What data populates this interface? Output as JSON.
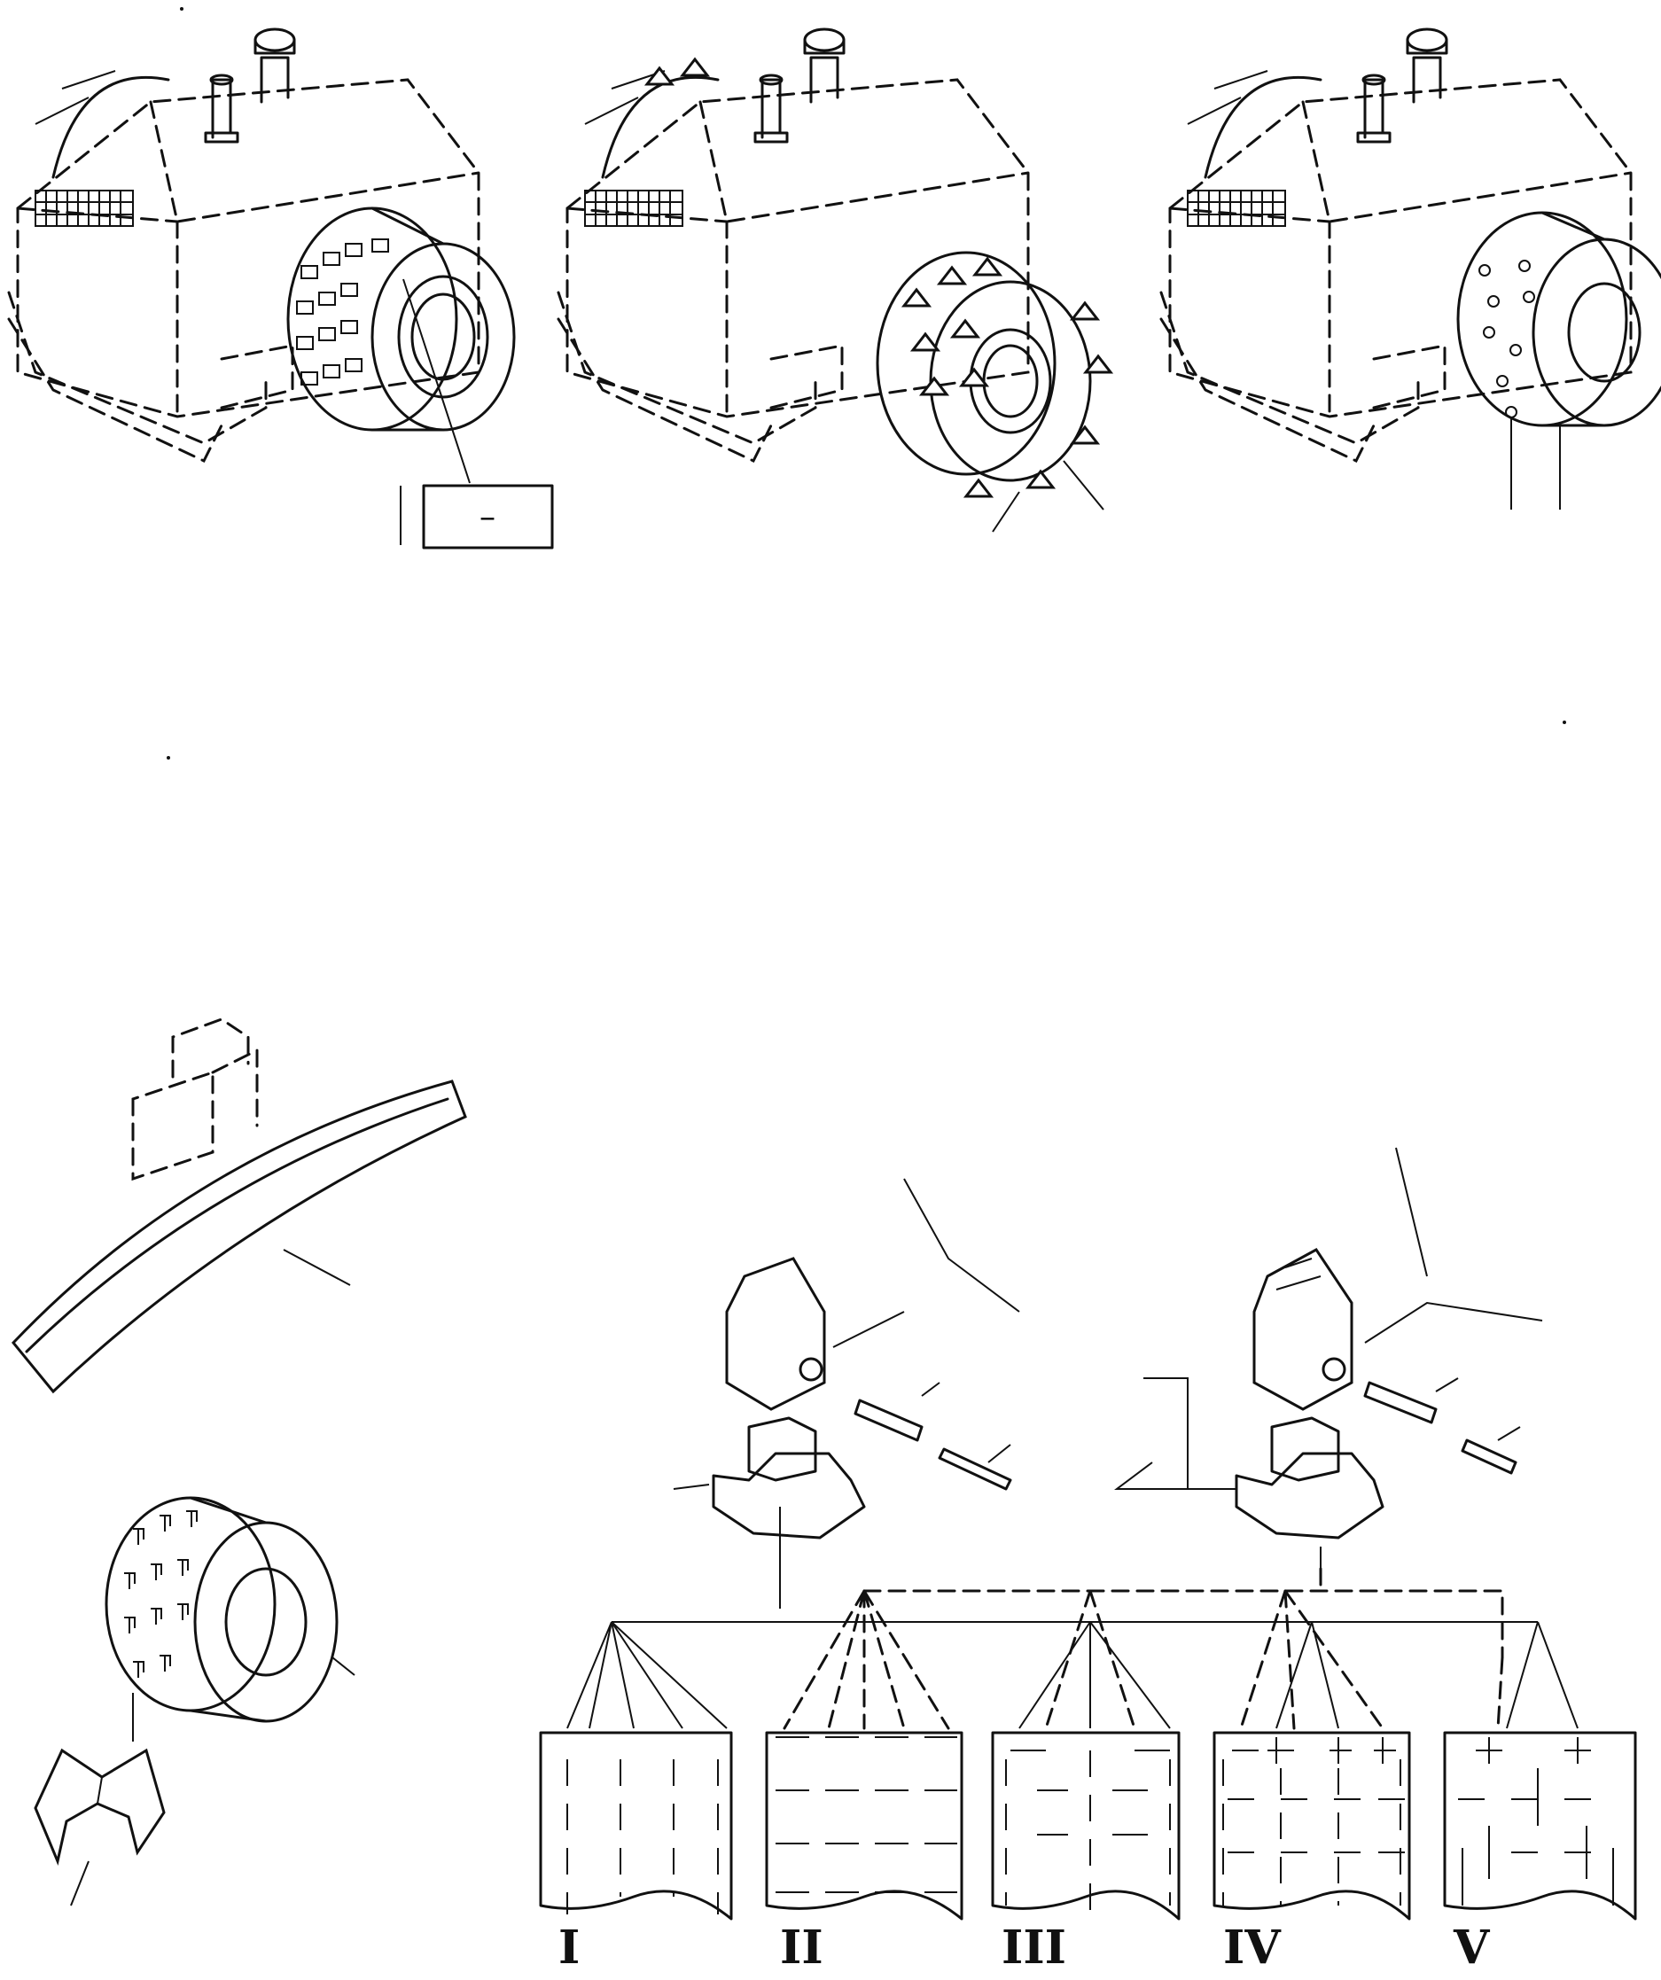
{
  "pattern_labels": {
    "p1": "I",
    "p2": "II",
    "p3": "III",
    "p4": "IV",
    "p5": "V"
  },
  "callout_box": {
    "text": "–"
  }
}
